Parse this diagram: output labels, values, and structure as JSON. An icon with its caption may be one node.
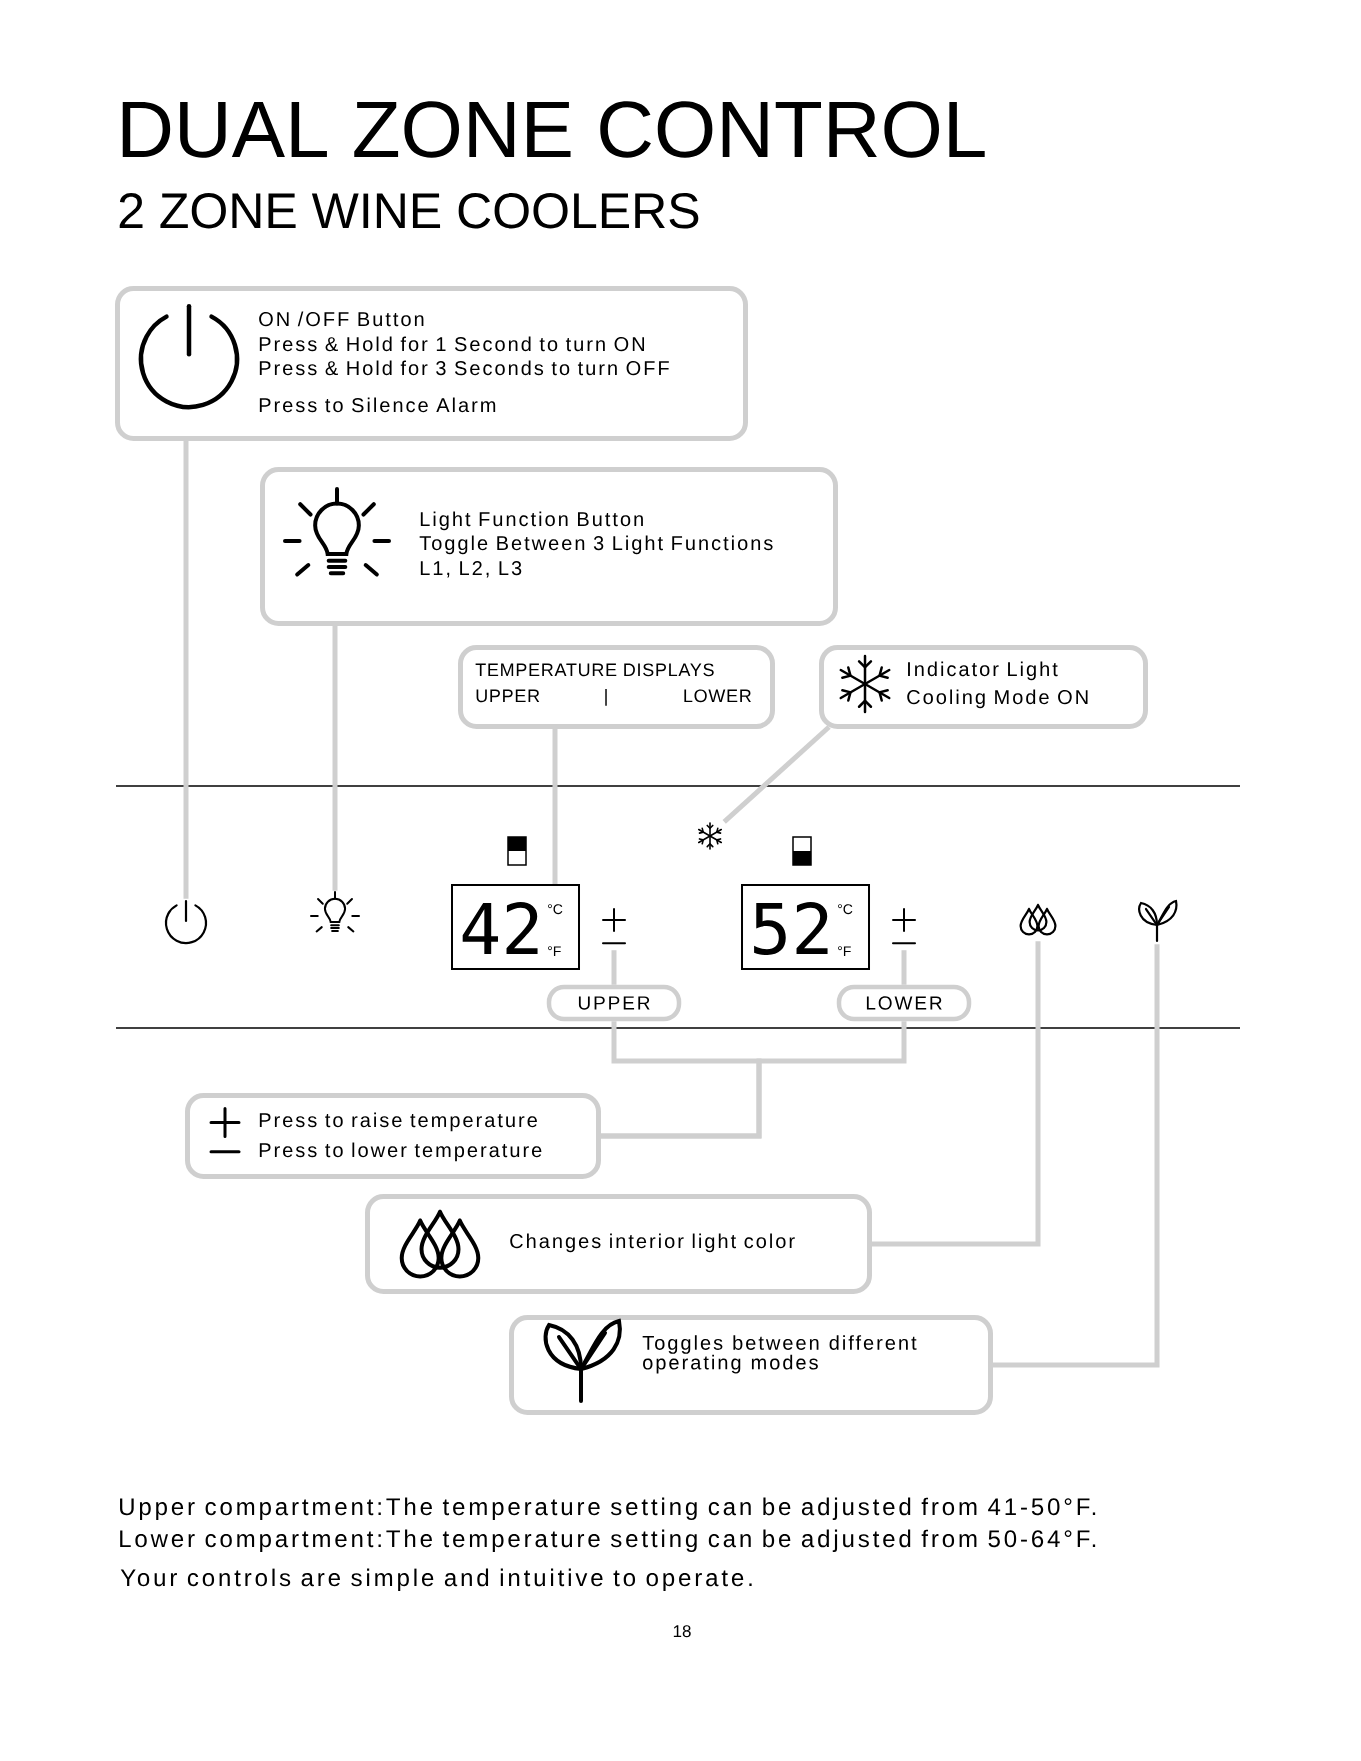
{
  "diagram": {
    "title": "DUAL ZONE CONTROL",
    "nodes": [
      {
        "text": [
          "ON /OFF Button",
          "Press & Hold for 1 Second to turn ON",
          "Press & Hold for 3 Seconds to turn OFF",
          "Press to Silence Alarm"
        ]
      },
      {
        "text": [
          "Light Function Button",
          "Toggle Between 3 Light Functions",
          "L1, L2, L3"
        ]
      },
      {
        "text": [
          "TEMPERATURE DISPLAYS",
          "UPPER",
          "|",
          "LOWER"
        ]
      },
      {
        "text": [
          "Indicator Light",
          "Cooling Mode ON"
        ]
      },
      {
        "text": [],
        "shape": "icon"
      },
      {
        "text": [],
        "shape": "icon"
      },
      {
        "text": [
          "42",
          "°C",
          "°F"
        ]
      },
      {
        "text": [],
        "shape": "icon"
      },
      {
        "text": [
          "52",
          "°C",
          "°F"
        ]
      },
      {
        "text": [],
        "shape": "icon"
      },
      {
        "text": [],
        "shape": "icon"
      },
      {
        "text": [],
        "shape": "icon"
      },
      {
        "text": [],
        "shape": "icon"
      },
      {
        "text": [
          "UPPER"
        ]
      },
      {
        "text": [
          "LOWER"
        ]
      },
      {
        "text": [
          "Press to raise temperature",
          "Press to lower temperature"
        ]
      },
      {
        "text": [
          "Changes interior light color"
        ]
      },
      {
        "text": [
          "Toggles between different operating modes"
        ]
      }
    ],
    "edges": [
      {
        "from": 0,
        "to": 4,
        "arrow": "none"
      },
      {
        "from": 1,
        "to": 5,
        "arrow": "none"
      },
      {
        "from": 2,
        "to": 6,
        "arrow": "none"
      },
      {
        "from": 3,
        "to": 7,
        "arrow": "none"
      },
      {
        "from": 13,
        "to": 9,
        "arrow": "none"
      },
      {
        "from": 14,
        "to": 10,
        "arrow": "none"
      },
      {
        "from": 15,
        "to": 13,
        "arrow": "none"
      },
      {
        "from": 15,
        "to": 14,
        "arrow": "none"
      },
      {
        "from": 16,
        "to": 11,
        "arrow": "none"
      },
      {
        "from": 17,
        "to": 12,
        "arrow": "none"
      }
    ],
    "labels": [
      "2 ZONE WINE COOLERS",
      "Upper compartment:The temperature setting can be adjusted from 41-50°F.",
      "Lower compartment:The temperature setting can be adjusted from 50-64°F.",
      "Your controls are simple and intuitive to operate.",
      "18"
    ]
  }
}
